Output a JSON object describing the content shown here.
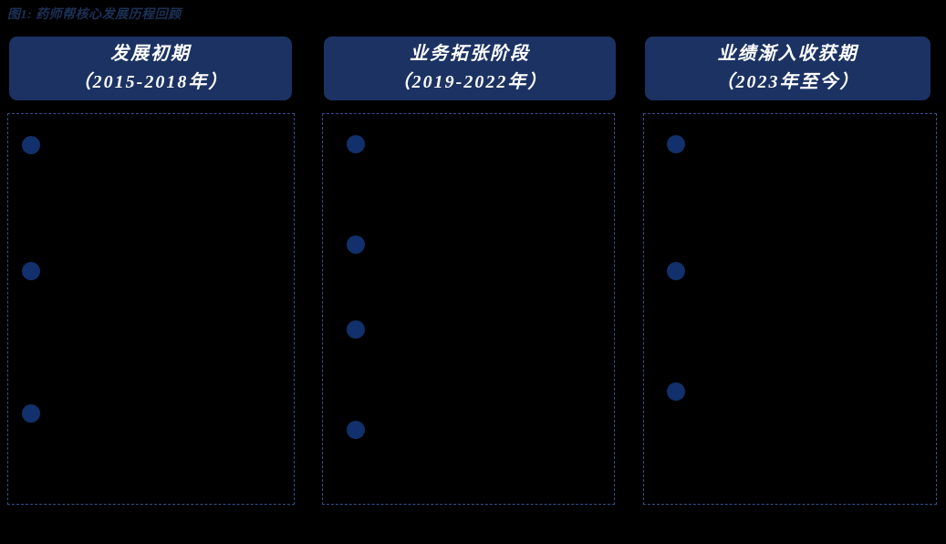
{
  "figure": {
    "title": "图1: 药师帮核心发展历程回顾"
  },
  "columns": [
    {
      "id": "phase-1",
      "header_line1": "发展初期",
      "header_line2": "（2015-2018年）",
      "bullets": 3
    },
    {
      "id": "phase-2",
      "header_line1": "业务拓张阶段",
      "header_line2": "（2019-2022年）",
      "bullets": 4
    },
    {
      "id": "phase-3",
      "header_line1": "业绩渐入收获期",
      "header_line2": "（2023年至今）",
      "bullets": 3
    }
  ],
  "colors": {
    "background": "#000000",
    "title_text": "#1c3157",
    "header_fill": "#1b3263",
    "header_text": "#ffffff",
    "dashed_border": "#35508c",
    "bullet": "#12306b"
  }
}
